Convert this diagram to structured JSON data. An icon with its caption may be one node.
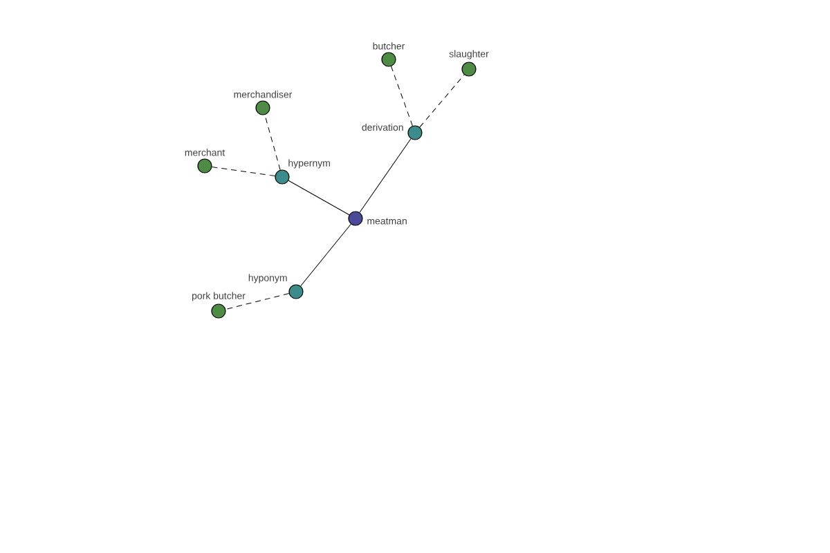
{
  "diagram": {
    "nodes": [
      {
        "text": [
          "butcher"
        ]
      },
      {
        "text": [
          "slaughter"
        ]
      },
      {
        "text": [
          "merchandiser"
        ]
      },
      {
        "text": [
          "derivation"
        ]
      },
      {
        "text": [
          "merchant"
        ]
      },
      {
        "text": [
          "hypernym"
        ]
      },
      {
        "text": [
          "meatman"
        ]
      },
      {
        "text": [
          "hyponym"
        ]
      },
      {
        "text": [
          "pork butcher"
        ]
      }
    ],
    "edges": [
      {
        "from": 6,
        "to": 5,
        "arrow": "none"
      },
      {
        "from": 6,
        "to": 3,
        "arrow": "none"
      },
      {
        "from": 6,
        "to": 7,
        "arrow": "none"
      },
      {
        "from": 5,
        "to": 2,
        "arrow": "none",
        "style": "dashed"
      },
      {
        "from": 5,
        "to": 4,
        "arrow": "none",
        "style": "dashed"
      },
      {
        "from": 3,
        "to": 0,
        "arrow": "none",
        "style": "dashed"
      },
      {
        "from": 3,
        "to": 1,
        "arrow": "none",
        "style": "dashed"
      },
      {
        "from": 7,
        "to": 8,
        "arrow": "none",
        "style": "dashed"
      }
    ]
  }
}
